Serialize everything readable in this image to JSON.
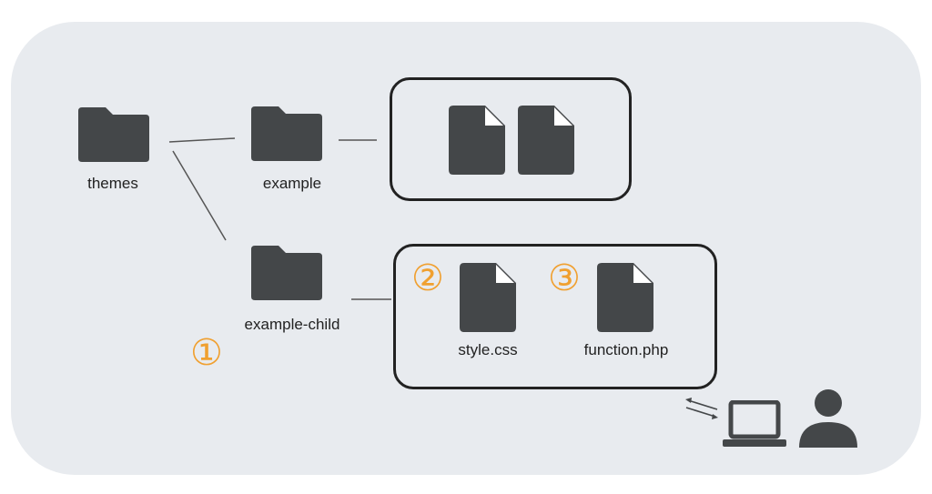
{
  "colors": {
    "background": "#e8ebef",
    "icon": "#444749",
    "accent": "#f0a030",
    "border": "#222222"
  },
  "folders": {
    "themes": {
      "label": "themes",
      "icon": "folder-icon"
    },
    "example": {
      "label": "example",
      "icon": "folder-icon"
    },
    "example_child": {
      "label": "example-child",
      "icon": "folder-icon"
    }
  },
  "example_files": [
    {
      "icon": "file-icon"
    },
    {
      "icon": "file-icon"
    }
  ],
  "child_files": [
    {
      "label": "style.css",
      "number": "②",
      "icon": "file-icon"
    },
    {
      "label": "function.php",
      "number": "③",
      "icon": "file-icon"
    }
  ],
  "child_folder_number": "①",
  "user_section": {
    "icons": [
      "transfer-arrows-icon",
      "laptop-icon",
      "user-icon"
    ]
  }
}
